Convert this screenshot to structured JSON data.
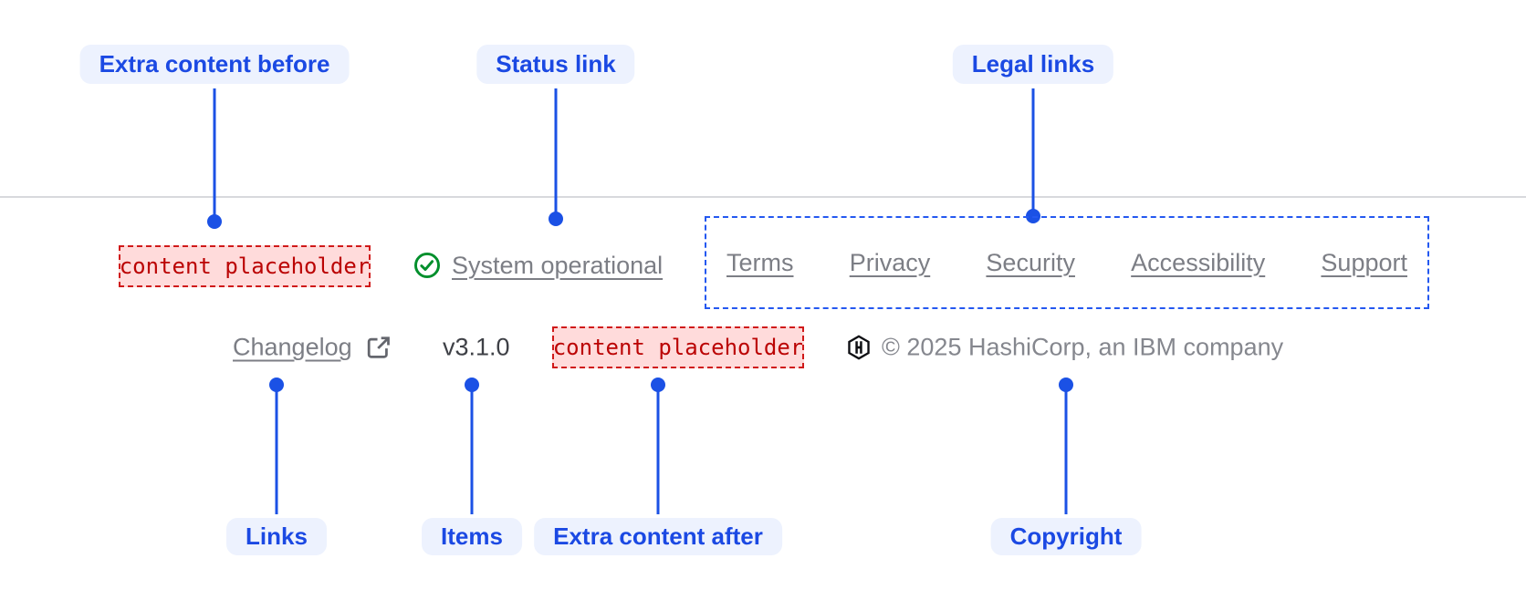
{
  "annotations": {
    "top": [
      {
        "label": "Extra content before"
      },
      {
        "label": "Status link"
      },
      {
        "label": "Legal links"
      }
    ],
    "bottom": [
      {
        "label": "Links"
      },
      {
        "label": "Items"
      },
      {
        "label": "Extra content after"
      },
      {
        "label": "Copyright"
      }
    ]
  },
  "footer": {
    "extra_content_before": "content placeholder",
    "status": {
      "label": "System operational",
      "icon": "check-circle-icon"
    },
    "legal_links": [
      "Terms",
      "Privacy",
      "Security",
      "Accessibility",
      "Support"
    ],
    "links": [
      {
        "label": "Changelog",
        "external": true,
        "icon": "external-link-icon"
      }
    ],
    "items": [
      "v3.1.0"
    ],
    "extra_content_after": "content placeholder",
    "logo": "hashicorp-logo-icon",
    "copyright": "© 2025 HashiCorp, an IBM company"
  },
  "colors": {
    "accent_blue": "#1b51e5",
    "annotation_label_bg": "#edf2fe",
    "annotation_label_text": "#1b49e3",
    "legal_box_border": "#2458f0",
    "placeholder_border": "#d01919",
    "placeholder_bg": "#ffdbdb",
    "placeholder_text": "#bb0404",
    "success_green": "#008f2c",
    "muted_link": "#7c7e85",
    "copyright_text": "#85878e",
    "version_text": "#3e4046",
    "logo_black": "#0e0f13",
    "divider": "#d8d9dd"
  }
}
